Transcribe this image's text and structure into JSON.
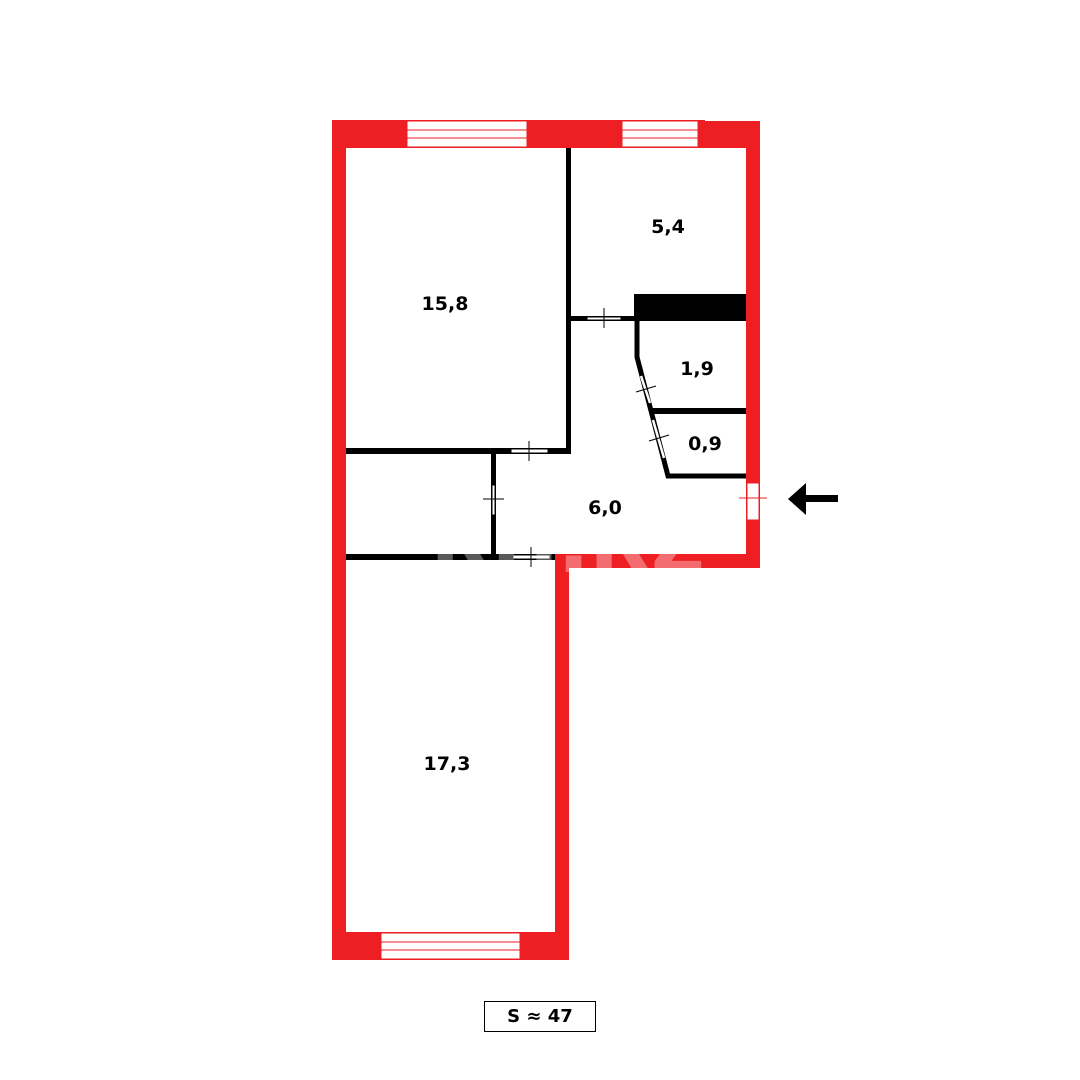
{
  "plan": {
    "rooms": [
      {
        "id": "room-living",
        "area": "15,8"
      },
      {
        "id": "room-kitchen",
        "area": "5,4"
      },
      {
        "id": "room-bath",
        "area": "1,9"
      },
      {
        "id": "room-wc",
        "area": "0,9"
      },
      {
        "id": "room-hall",
        "area": "6,0"
      },
      {
        "id": "room-bedroom",
        "area": "17,3"
      }
    ],
    "total_area": "S ≈ 47",
    "watermark": "kn.kz",
    "entrance_icon": "arrow-left-icon",
    "colors": {
      "exterior_wall": "#ee1f23",
      "interior_wall": "#000000",
      "background": "#ffffff"
    }
  }
}
